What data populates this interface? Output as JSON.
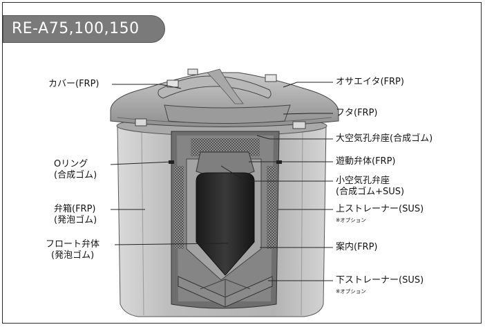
{
  "title": "RE-A75,100,150",
  "labels_left": {
    "cover": "カバー(FRP)",
    "oring_1": "Oリング",
    "oring_2": "(合成ゴム)",
    "body_1": "弁箱(FRP)",
    "body_2": "(発泡ゴム)",
    "float_1": "フロート弁体",
    "float_2": "(発泡ゴム)"
  },
  "labels_right": {
    "presser": "オサエイタ(FRP)",
    "lid": "フタ(FRP)",
    "large_seat": "大空気孔弁座(合成ゴム)",
    "moving_valve": "遊動弁体(FRP)",
    "small_seat_1": "小空気孔弁座",
    "small_seat_2": "(合成ゴム+SUS)",
    "upper_strainer": "上ストレーナー(SUS)",
    "upper_note": "※オプション",
    "guide": "案内(FRP)",
    "lower_strainer": "下ストレーナー(SUS)",
    "lower_note": "※オプション"
  }
}
